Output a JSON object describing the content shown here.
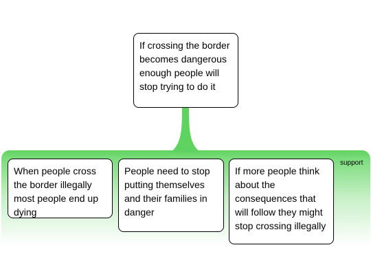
{
  "claim": {
    "text": "If crossing the border becomes dangerous enough people will stop trying to do it"
  },
  "support_group": {
    "label": "support",
    "color": "#5fd35f"
  },
  "reasons": [
    {
      "text": "When people cross the border illegally most people end up dying"
    },
    {
      "text": "People need to stop putting themselves and their families in danger"
    },
    {
      "text": "If more people think about the consequences that will follow they might stop crossing illegally"
    }
  ]
}
